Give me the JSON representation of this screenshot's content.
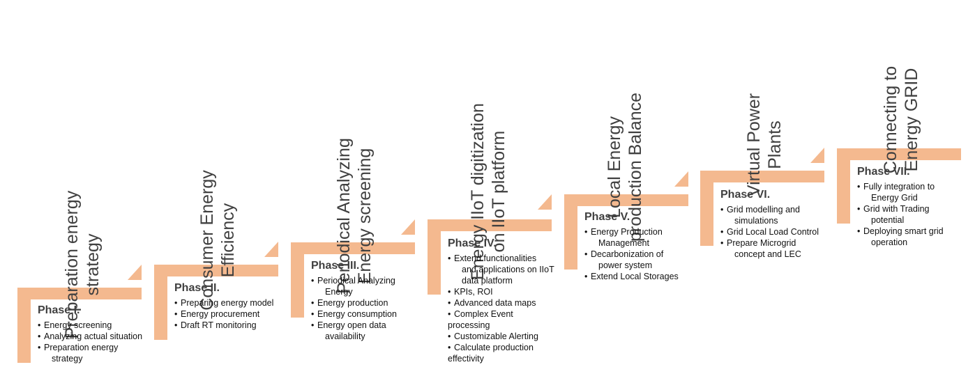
{
  "steps": [
    {
      "heading": [
        "Preparation energy",
        "strategy"
      ],
      "phase": "Phase I.",
      "items": [
        {
          "lines": [
            "Energy screening"
          ]
        },
        {
          "lines": [
            "Analyzing actual situation"
          ]
        },
        {
          "lines": [
            "Preparation energy",
            "strategy"
          ]
        }
      ]
    },
    {
      "heading": [
        "Consumer Energy",
        "Efficiency"
      ],
      "phase": "Phase II.",
      "items": [
        {
          "lines": [
            "Preparing energy model"
          ]
        },
        {
          "lines": [
            "Energy procurement"
          ]
        },
        {
          "lines": [
            "Draft RT monitoring"
          ]
        }
      ]
    },
    {
      "heading": [
        "Periodical Analyzing",
        "Energy screening"
      ],
      "phase": "Phase III.",
      "items": [
        {
          "lines": [
            "Periodical Analyzing",
            "Energy"
          ]
        },
        {
          "lines": [
            "Energy production"
          ]
        },
        {
          "lines": [
            "Energy consumption"
          ]
        },
        {
          "lines": [
            "Energy open data",
            "availability"
          ]
        }
      ]
    },
    {
      "heading": [
        "Energy IIoT digitization",
        "on IIoT platform"
      ],
      "phase": "Phase IV.",
      "items": [
        {
          "lines": [
            "Extend functionalities",
            "and applications on IIoT",
            "data platform"
          ]
        },
        {
          "lines": [
            "KPIs, ROI"
          ]
        },
        {
          "lines": [
            "Advanced data maps"
          ]
        },
        {
          "lines": [
            "Complex Event",
            "processing"
          ]
        },
        {
          "lines": [
            "Customizable Alerting"
          ]
        },
        {
          "lines": [
            "Calculate production",
            "effectivity"
          ]
        }
      ]
    },
    {
      "heading": [
        "Local Energy",
        "production Balance"
      ],
      "phase": "Phase V.",
      "items": [
        {
          "lines": [
            "Energy Production",
            "Management"
          ]
        },
        {
          "lines": [
            "Decarbonization of",
            "power system"
          ]
        },
        {
          "lines": [
            "Extend Local Storages"
          ]
        }
      ]
    },
    {
      "heading": [
        "Virtual Power",
        "Plants"
      ],
      "phase": "Phase VI.",
      "items": [
        {
          "lines": [
            "Grid modelling and",
            "simulations"
          ]
        },
        {
          "lines": [
            "Grid Local Load Control"
          ]
        },
        {
          "lines": [
            "Prepare Microgrid",
            "concept and LEC"
          ]
        }
      ]
    },
    {
      "heading": [
        "Connecting to",
        "Energy GRID"
      ],
      "phase": "Phase VII.",
      "items": [
        {
          "lines": [
            "Fully integration to",
            "Energy Grid"
          ]
        },
        {
          "lines": [
            "Grid with Trading",
            "potential"
          ]
        },
        {
          "lines": [
            "Deploying smart grid",
            "operation"
          ]
        }
      ]
    }
  ],
  "colors": {
    "stair": "#f4b98f",
    "phase_title": "#404040",
    "heading": "#404040"
  }
}
